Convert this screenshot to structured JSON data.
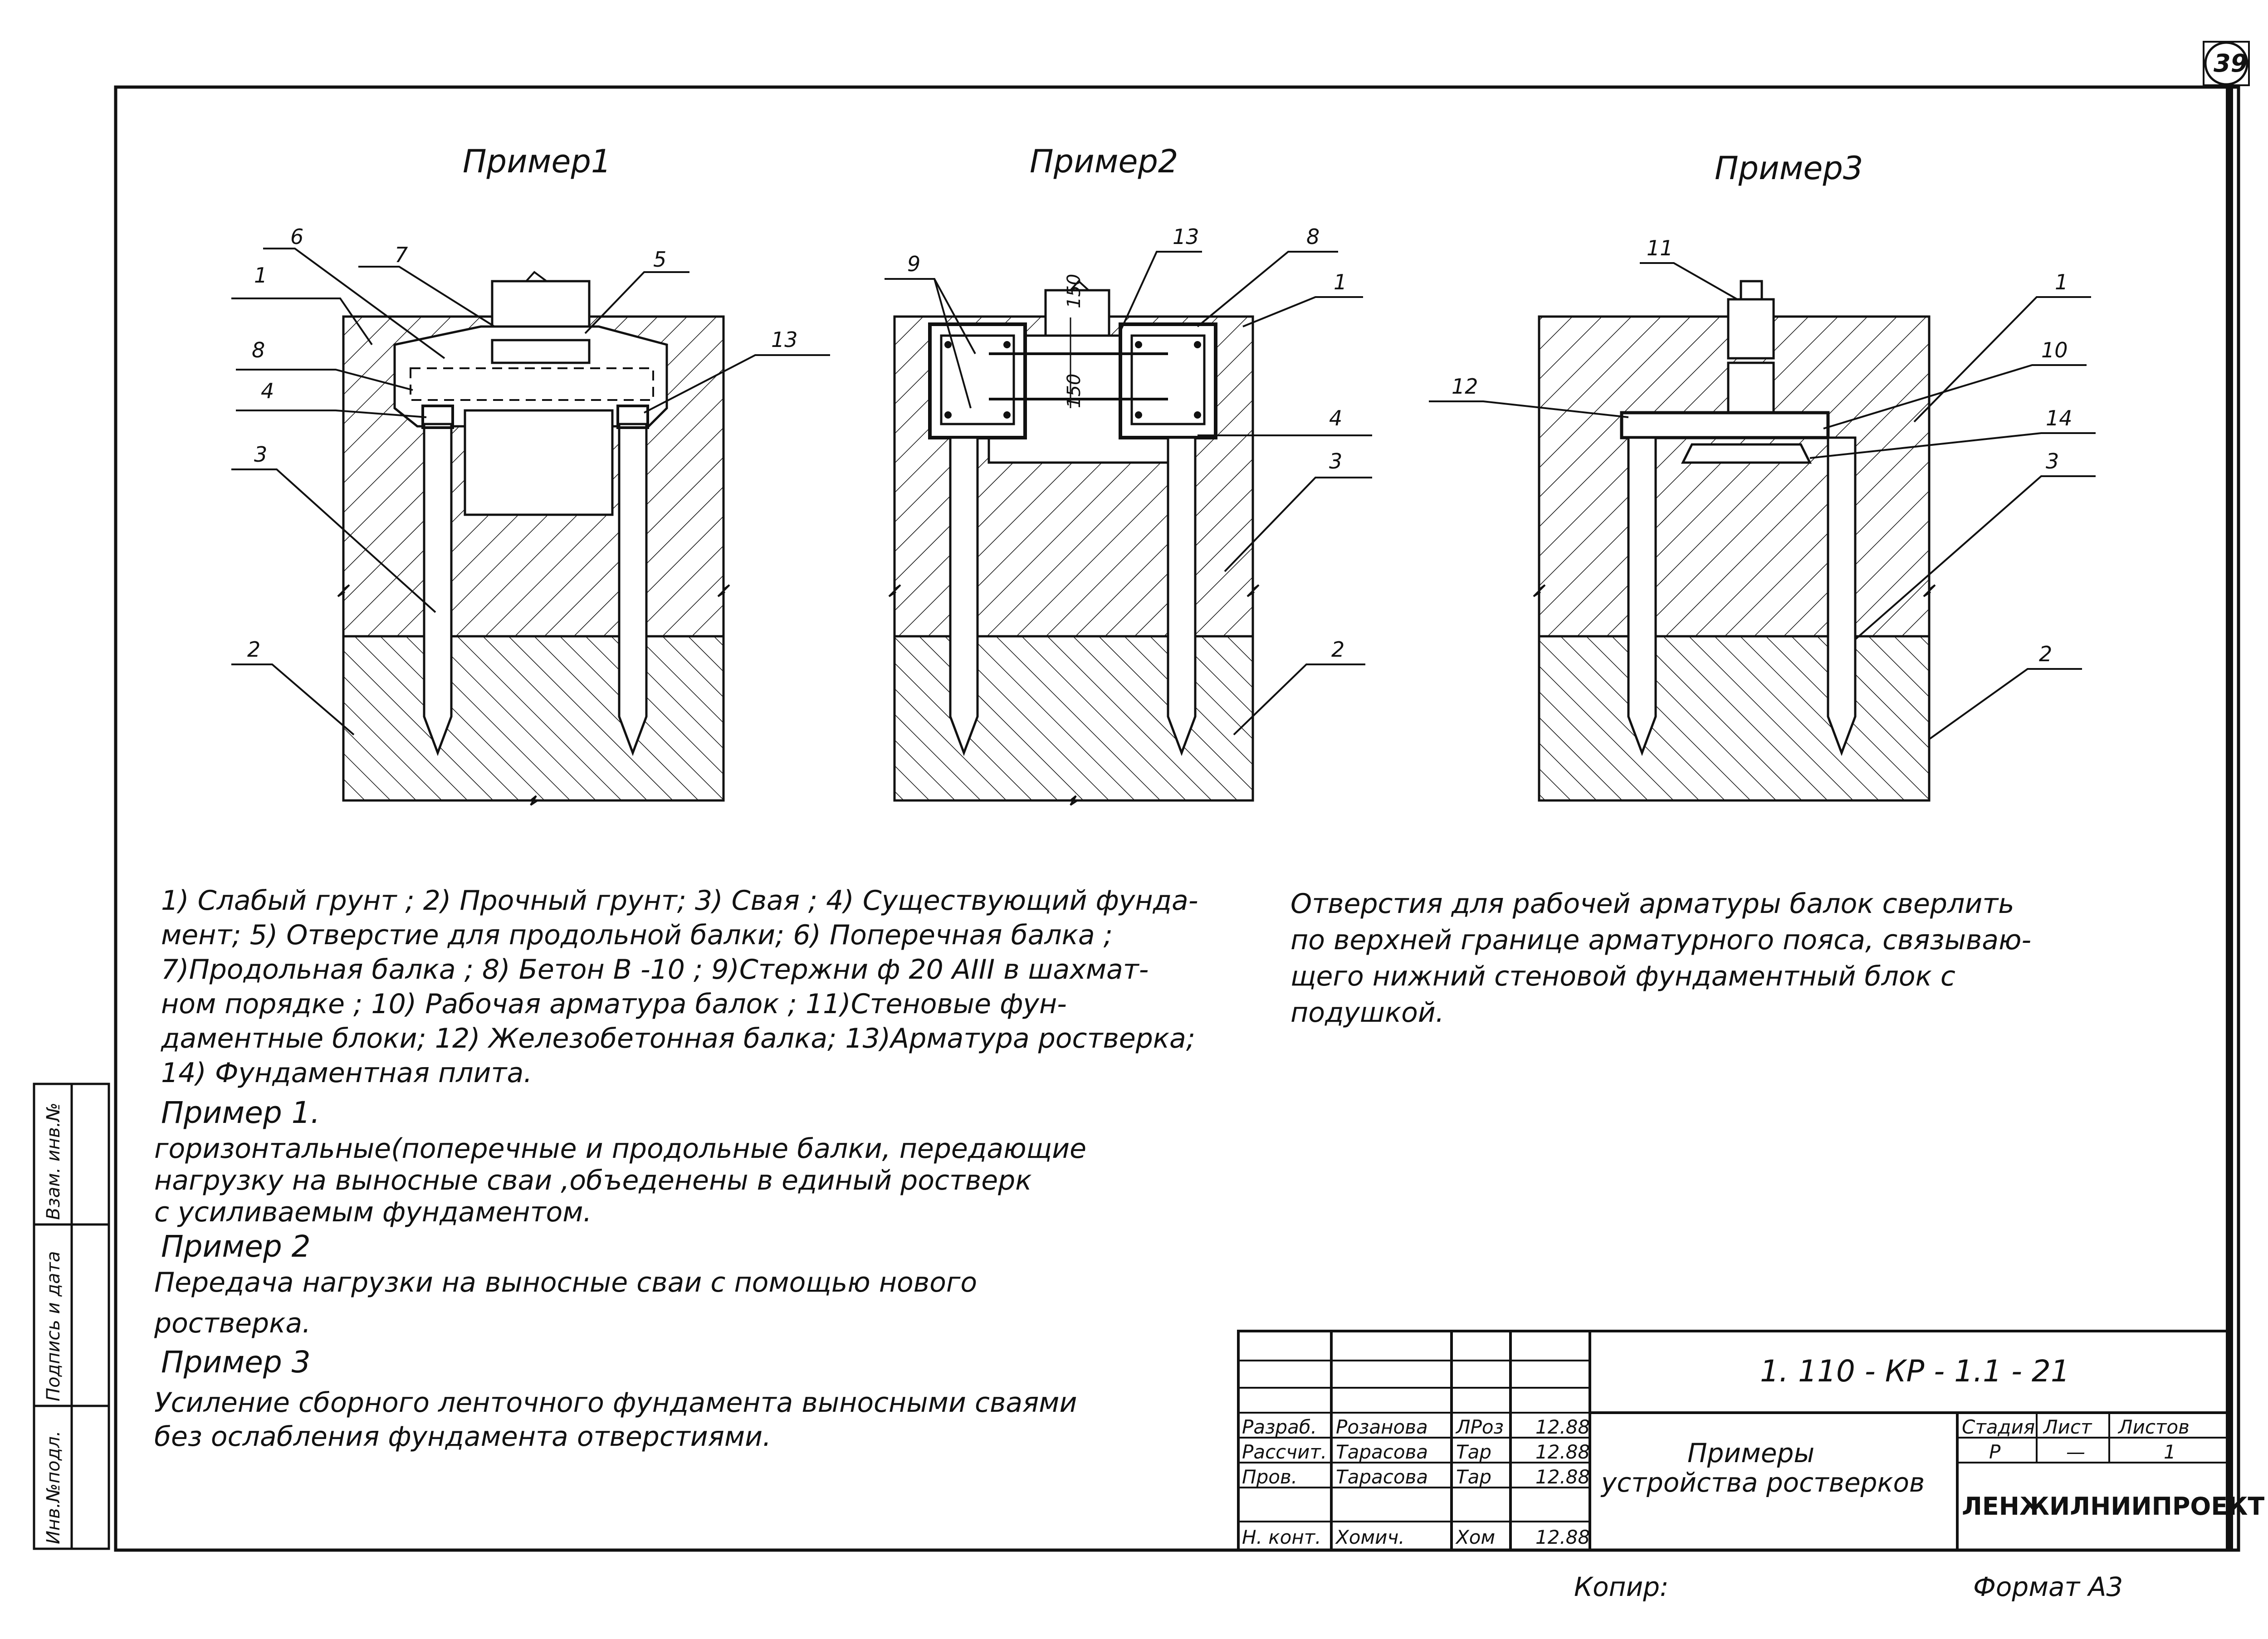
{
  "page_number": "39",
  "drawing_titles": [
    "Пример1",
    "Пример2",
    "Пример3"
  ],
  "callouts": {
    "ex1": [
      "6",
      "7",
      "5",
      "1",
      "8",
      "4",
      "13",
      "3",
      "2"
    ],
    "ex2": [
      "9",
      "13",
      "8",
      "1",
      "4",
      "3",
      "2"
    ],
    "ex3": [
      "11",
      "1",
      "10",
      "12",
      "14",
      "3",
      "2"
    ]
  },
  "dimensions": {
    "ex2_top": "150",
    "ex2_bottom": "150"
  },
  "legend_lines": [
    "1) Слабый грунт ; 2) Прочный грунт; 3) Свая ; 4) Существующий фунда-",
    "мент; 5) Отверстие для продольной балки; 6) Поперечная балка ;",
    "7)Продольная балка ; 8) Бетон В -10 ; 9)Стержни ф 20 AIII в шахмат-",
    "ном порядке ; 10) Рабочая арматура балок ; 11)Стеновые фун-",
    "даментные блоки; 12) Железобетонная балка; 13)Арматура ростверка;",
    "14) Фундаментная плита."
  ],
  "examples": [
    {
      "heading": "Пример 1.",
      "lines": [
        "горизонтальные(поперечные и продольные балки, передающие",
        "нагрузку на выносные сваи ,объеденены в единый ростверк",
        "с усиливаемым фундаментом."
      ]
    },
    {
      "heading": "Пример 2",
      "lines": [
        "Передача нагрузки на выносные сваи с помощью нового",
        "ростверка."
      ]
    },
    {
      "heading": "Пример 3",
      "lines": [
        "Усиление сборного ленточного фундамента выносными сваями",
        "без ослабления фундамента отверстиями."
      ]
    }
  ],
  "right_note": [
    "Отверстия для рабочей арматуры балок сверлить",
    "по верхней границе арматурного пояса, связываю-",
    "щего нижний стеновой фундаментный блок с",
    "подушкой."
  ],
  "side_stamp": [
    "Инв.№подл.",
    "Подпись и дата",
    "Взам. инв.№"
  ],
  "title_block": {
    "doc_code": "1. 110 - КР - 1.1 - 21",
    "rows": [
      {
        "role": "Разраб.",
        "name": "Розанова",
        "sign": "ЛРоз",
        "date": "12.88"
      },
      {
        "role": "Рассчит.",
        "name": "Тарасова",
        "sign": "Тар",
        "date": "12.88"
      },
      {
        "role": "Пров.",
        "name": "Тарасова",
        "sign": "Тар",
        "date": "12.88"
      },
      {
        "role": "Н. конт.",
        "name": "Хомич.",
        "sign": "Хом",
        "date": "12.88"
      }
    ],
    "description": [
      "Примеры",
      "устройства ростверков"
    ],
    "stage_header": "Стадия",
    "sheet_header": "Лист",
    "sheets_header": "Листов",
    "stage": "Р",
    "sheet": "—",
    "sheets": "1",
    "organization": "ЛЕНЖИЛНИИПРОЕКТ"
  },
  "copied_label": "Копир:",
  "format_label": "Формат А3"
}
